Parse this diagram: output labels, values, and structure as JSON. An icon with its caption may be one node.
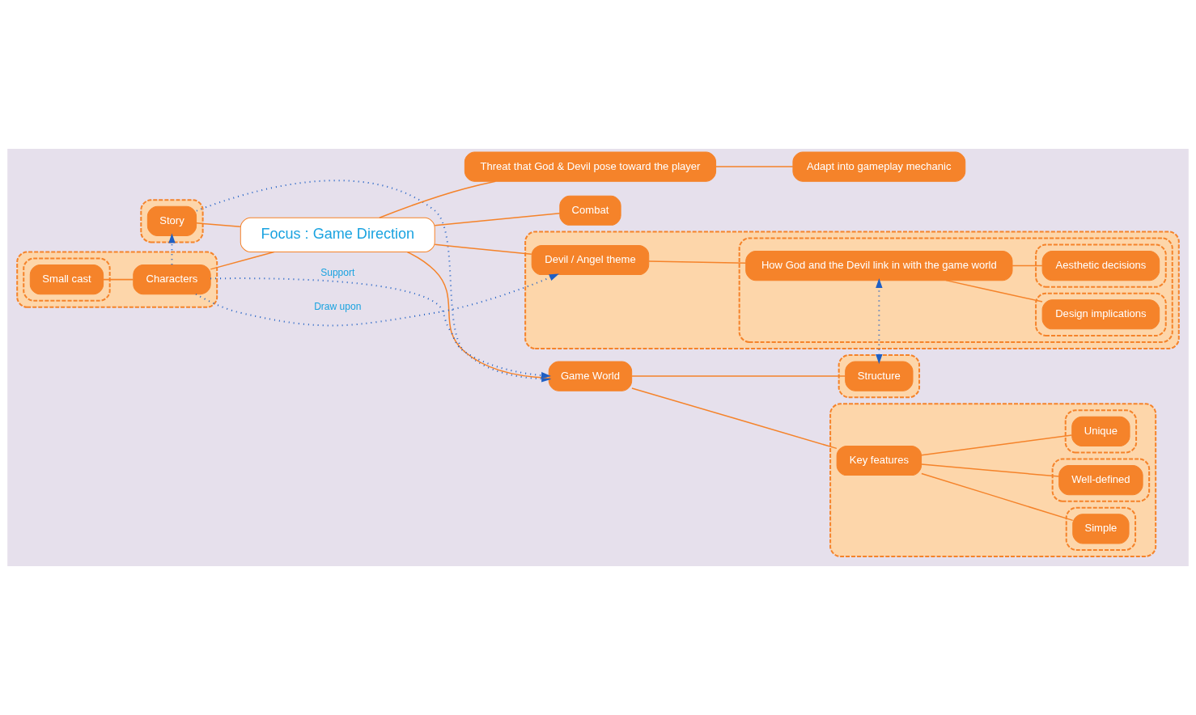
{
  "diagram": {
    "nodes": [
      {
        "text": [
          "Threat that God & Devil pose toward the player"
        ]
      },
      {
        "text": [
          "Adapt into gameplay mechanic"
        ]
      },
      {
        "text": [],
        "shape": "box"
      },
      {
        "text": [
          "Key features"
        ],
        "in": 2
      },
      {
        "text": [],
        "shape": "box",
        "in": 2
      },
      {
        "text": [
          "Simple"
        ],
        "in": 4
      },
      {
        "text": [],
        "shape": "box",
        "in": 2
      },
      {
        "text": [
          "Well-defined"
        ],
        "in": 6
      },
      {
        "text": [],
        "shape": "box",
        "in": 2
      },
      {
        "text": [
          "Unique"
        ],
        "in": 8
      },
      {
        "text": [
          "Game World"
        ]
      },
      {
        "text": [],
        "shape": "box"
      },
      {
        "text": [
          "Story"
        ],
        "in": 11
      },
      {
        "text": [
          "Focus : Game Direction"
        ]
      },
      {
        "text": [],
        "shape": "box"
      },
      {
        "text": [
          "Structure"
        ],
        "in": 14
      },
      {
        "text": [],
        "shape": "box"
      },
      {
        "text": [],
        "shape": "box",
        "in": 16
      },
      {
        "text": [
          "Small cast"
        ],
        "in": 17
      },
      {
        "text": [
          "Characters"
        ],
        "in": 16
      },
      {
        "text": [
          "Combat"
        ]
      },
      {
        "text": [],
        "shape": "box"
      },
      {
        "text": [
          "Devil / Angel theme"
        ],
        "in": 21
      },
      {
        "text": [],
        "shape": "box",
        "in": 21
      },
      {
        "text": [
          "How God and the Devil link in with the game world"
        ],
        "in": 23
      },
      {
        "text": [],
        "shape": "box",
        "in": 23
      },
      {
        "text": [
          "Design implications"
        ],
        "in": 25
      },
      {
        "text": [],
        "shape": "box",
        "in": 23
      },
      {
        "text": [
          "Aesthetic decisions"
        ],
        "in": 27
      }
    ],
    "edges": [
      {
        "from": 13,
        "to": 0,
        "arrow": "none"
      },
      {
        "from": 0,
        "to": 1,
        "arrow": "none"
      },
      {
        "from": 13,
        "to": 10,
        "arrow": "none"
      },
      {
        "from": 10,
        "to": 3,
        "arrow": "none"
      },
      {
        "from": 3,
        "to": 5,
        "arrow": "none"
      },
      {
        "from": 3,
        "to": 7,
        "arrow": "none"
      },
      {
        "from": 3,
        "to": 9,
        "arrow": "none"
      },
      {
        "from": 10,
        "to": 15,
        "arrow": "none"
      },
      {
        "from": 13,
        "to": 12,
        "arrow": "none"
      },
      {
        "from": 13,
        "to": 19,
        "arrow": "none"
      },
      {
        "from": 19,
        "to": 18,
        "arrow": "none"
      },
      {
        "from": 13,
        "to": 20,
        "arrow": "none"
      },
      {
        "from": 13,
        "to": 22,
        "arrow": "none"
      },
      {
        "from": 22,
        "to": 24,
        "arrow": "none"
      },
      {
        "from": 24,
        "to": 26,
        "arrow": "none"
      },
      {
        "from": 24,
        "to": 28,
        "arrow": "none"
      },
      {
        "from": 12,
        "to": 10,
        "arrow": "to",
        "style": "dashed",
        "color": "#1f5fc4"
      },
      {
        "from": 19,
        "to": 10,
        "arrow": "to",
        "label": "Support",
        "style": "dashed",
        "color": "#1f5fc4"
      },
      {
        "from": 19,
        "to": 12,
        "arrow": "to",
        "style": "dashed",
        "color": "#1f5fc4"
      },
      {
        "from": 19,
        "to": 22,
        "arrow": "to",
        "label": "Draw upon",
        "style": "dashed",
        "color": "#1f5fc4"
      },
      {
        "from": 15,
        "to": 24,
        "arrow": "both",
        "style": "dashed",
        "color": "#1f5fc4"
      }
    ]
  }
}
